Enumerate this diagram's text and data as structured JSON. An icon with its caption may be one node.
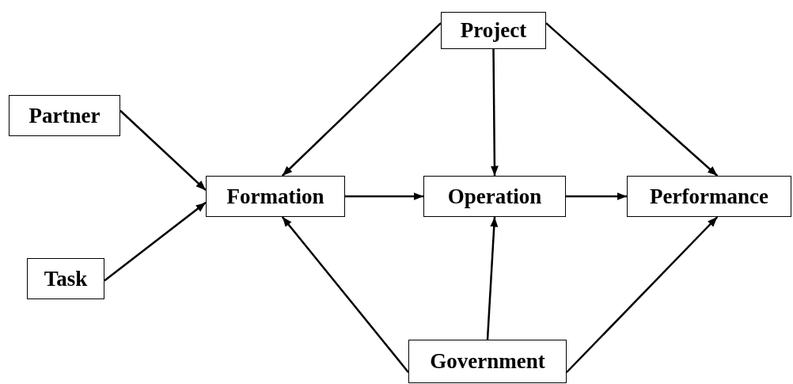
{
  "diagram": {
    "nodes": [
      {
        "text": [
          "Project"
        ]
      },
      {
        "text": [
          "Partner"
        ]
      },
      {
        "text": [
          "Task"
        ]
      },
      {
        "text": [
          "Formation"
        ]
      },
      {
        "text": [
          "Operation"
        ]
      },
      {
        "text": [
          "Performance"
        ]
      },
      {
        "text": [
          "Government"
        ]
      }
    ],
    "edges": [
      {
        "from": 1,
        "to": 3,
        "arrow": "to"
      },
      {
        "from": 2,
        "to": 3,
        "arrow": "to"
      },
      {
        "from": 0,
        "to": 3,
        "arrow": "to"
      },
      {
        "from": 0,
        "to": 4,
        "arrow": "to"
      },
      {
        "from": 0,
        "to": 5,
        "arrow": "to"
      },
      {
        "from": 3,
        "to": 4,
        "arrow": "to"
      },
      {
        "from": 4,
        "to": 5,
        "arrow": "to"
      },
      {
        "from": 6,
        "to": 3,
        "arrow": "to"
      },
      {
        "from": 6,
        "to": 4,
        "arrow": "to"
      },
      {
        "from": 6,
        "to": 5,
        "arrow": "to"
      }
    ]
  }
}
